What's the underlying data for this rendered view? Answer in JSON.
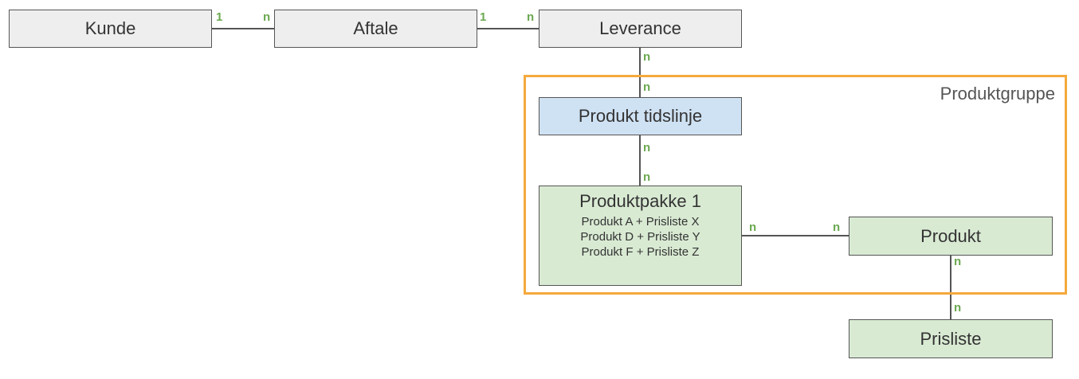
{
  "group": {
    "label": "Produktgruppe"
  },
  "entities": {
    "kunde": "Kunde",
    "aftale": "Aftale",
    "leverance": "Leverance",
    "produkt_tidslinje": "Produkt tidslinje",
    "produktpakke": {
      "title": "Produktpakke 1",
      "lines": [
        "Produkt A + Prisliste X",
        "Produkt D + Prisliste Y",
        "Produkt F + Prisliste Z"
      ]
    },
    "produkt": "Produkt",
    "prisliste": "Prisliste"
  },
  "relations": [
    {
      "from": "Kunde",
      "to": "Aftale",
      "from_card": "1",
      "to_card": "n"
    },
    {
      "from": "Aftale",
      "to": "Leverance",
      "from_card": "1",
      "to_card": "n"
    },
    {
      "from": "Leverance",
      "to": "Produkt tidslinje",
      "from_card": "n",
      "to_card": "n"
    },
    {
      "from": "Produkt tidslinje",
      "to": "Produktpakke 1",
      "from_card": "n",
      "to_card": "n"
    },
    {
      "from": "Produktpakke 1",
      "to": "Produkt",
      "from_card": "n",
      "to_card": "n"
    },
    {
      "from": "Produkt",
      "to": "Prisliste",
      "from_card": "n",
      "to_card": "n"
    }
  ],
  "colors": {
    "entity_gray": "#eeeeee",
    "entity_blue": "#cfe2f3",
    "entity_green": "#d9ead3",
    "group_border": "#f5a93c",
    "cardinality": "#6aa84f"
  }
}
